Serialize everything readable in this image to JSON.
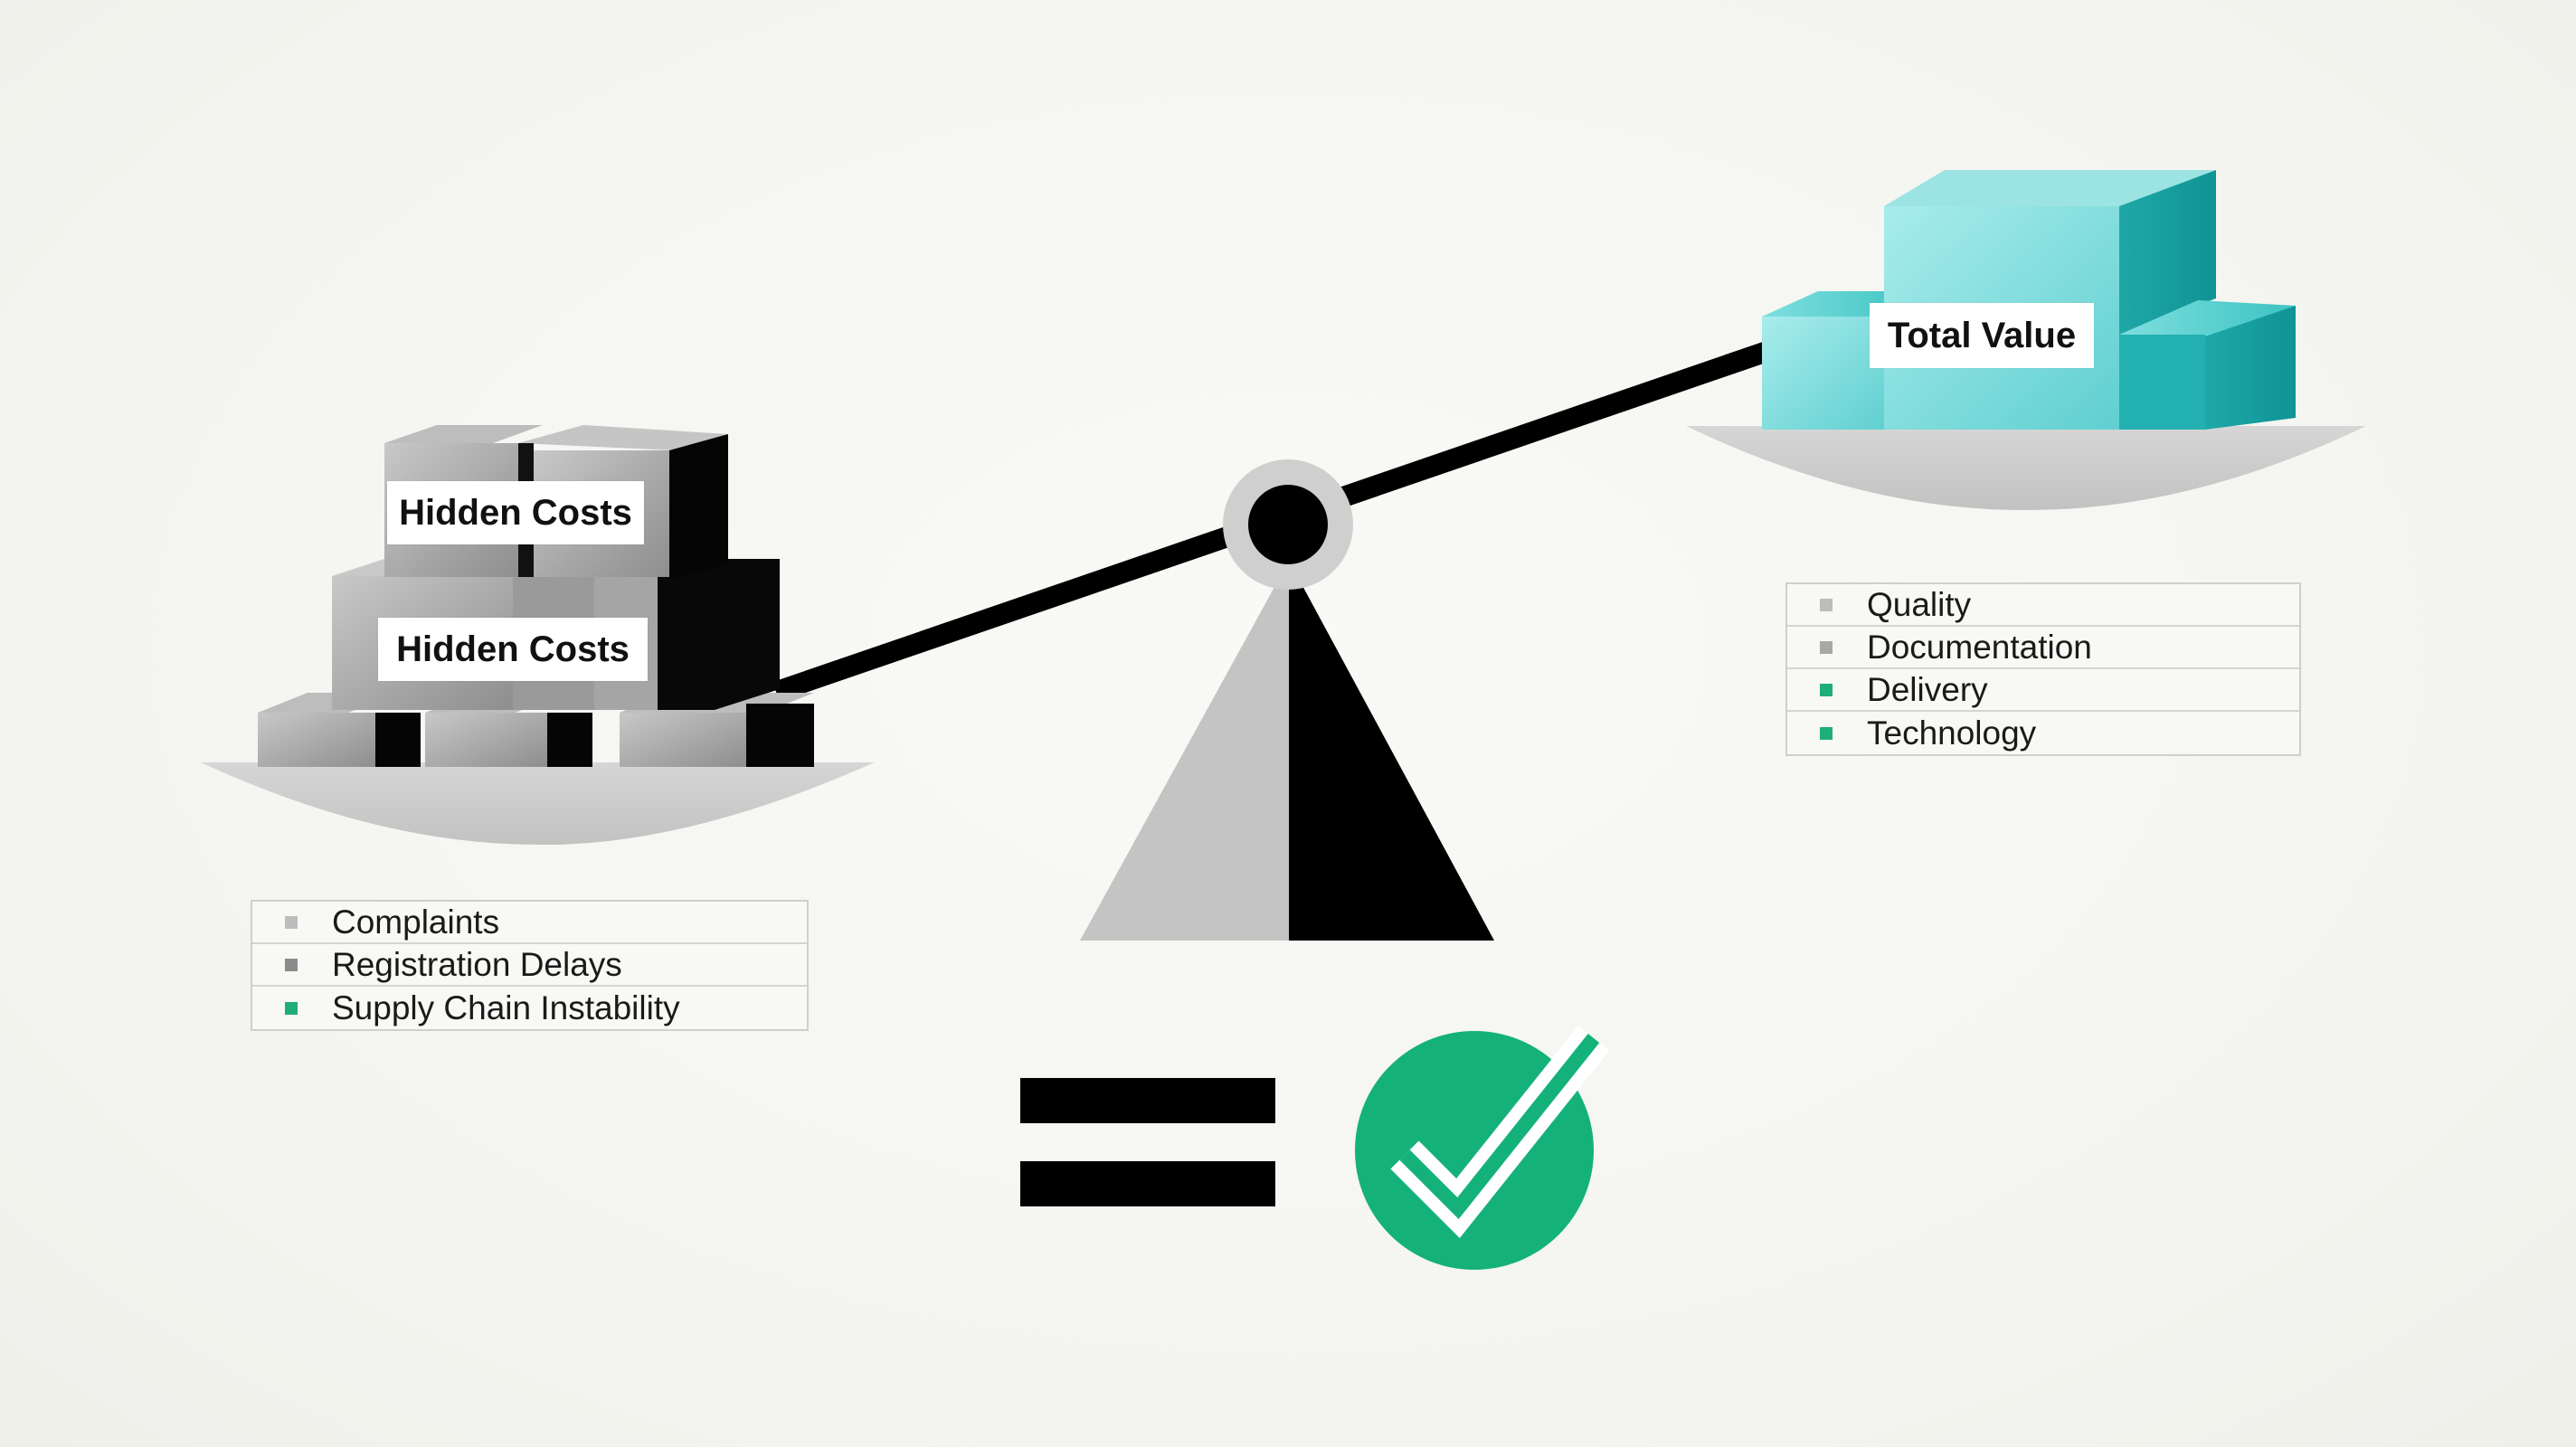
{
  "left_pan": {
    "labels": [
      "Hidden Costs",
      "Hidden Costs"
    ],
    "items": [
      {
        "text": "Complaints",
        "marker_color": "#bdbdbd"
      },
      {
        "text": "Registration Delays",
        "marker_color": "#8c8c8c"
      },
      {
        "text": "Supply Chain Instability",
        "marker_color": "#1fae7a"
      }
    ]
  },
  "right_pan": {
    "label": "Total Value",
    "items": [
      {
        "text": "Quality",
        "marker_color": "#bdbdbd"
      },
      {
        "text": "Documentation",
        "marker_color": "#a8a8a8"
      },
      {
        "text": "Delivery",
        "marker_color": "#1fae7a"
      },
      {
        "text": "Technology",
        "marker_color": "#1fae7a"
      }
    ]
  },
  "result": {
    "symbol": "equals-icon",
    "icon": "check-circle-icon"
  },
  "colors": {
    "teal_block": "#2bb8b8",
    "check_green": "#14b27a",
    "beam": "#000000",
    "grey_block": "#9a9a9a"
  }
}
